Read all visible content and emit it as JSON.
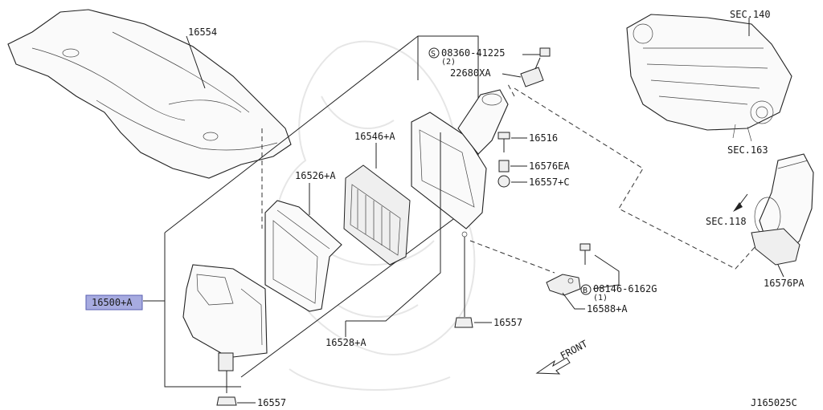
{
  "labels": {
    "p16554": "16554",
    "p16526a": "16526+A",
    "p16546a": "16546+A",
    "p08360": "08360-41225",
    "p08360_qty": "(2)",
    "p22680xa": "22680XA",
    "p16516": "16516",
    "p16576ea": "16576EA",
    "p16557c": "16557+C",
    "p16500a": "16500+A",
    "p16528a": "16528+A",
    "p16557_mid": "16557",
    "p16557_bot": "16557",
    "p08146": "08146-6162G",
    "p08146_qty": "(1)",
    "p16588a": "16588+A",
    "p16576pa": "16576PA",
    "sec140": "SEC.140",
    "sec163": "SEC.163",
    "sec118": "SEC.118",
    "front": "FRONT",
    "diagram_id": "J165025C",
    "s_marker": "S",
    "b_marker": "B"
  },
  "highlight": {
    "part": "16500+A",
    "color": "#a7abe0"
  }
}
